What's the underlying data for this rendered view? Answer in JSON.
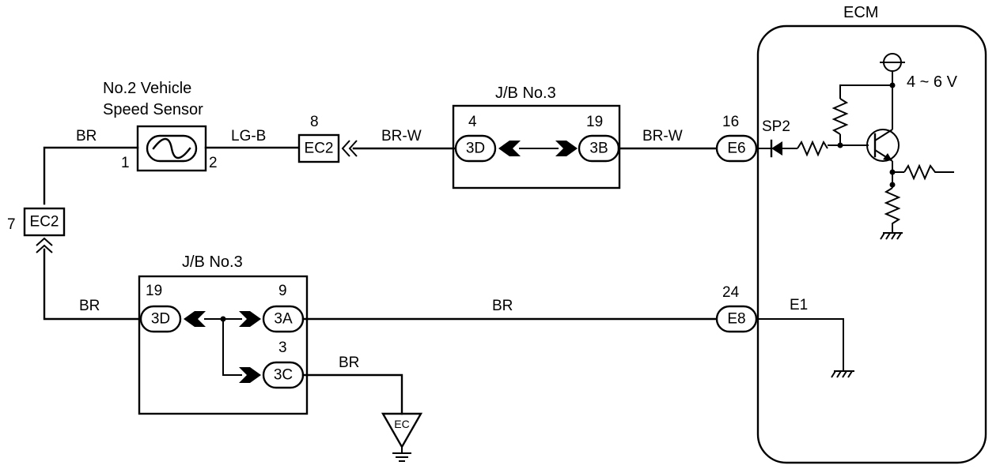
{
  "ecm": {
    "title": "ECM",
    "voltage": "4 ~ 6 V",
    "sp2": "SP2",
    "e1": "E1"
  },
  "sensor": {
    "line1": "No.2 Vehicle",
    "line2": "Speed Sensor",
    "pin1": "1",
    "pin2": "2"
  },
  "wires": {
    "br_top": "BR",
    "lgb": "LG-B",
    "brw_left": "BR-W",
    "brw_right": "BR-W",
    "br_left": "BR",
    "br_mid": "BR",
    "br_ground": "BR"
  },
  "ec2_top": {
    "num": "8",
    "label": "EC2"
  },
  "ec2_left": {
    "num": "7",
    "label": "EC2"
  },
  "jb_top": {
    "title": "J/B No.3",
    "left_num": "4",
    "left_label": "3D",
    "right_num": "19",
    "right_label": "3B"
  },
  "jb_bottom": {
    "title": "J/B No.3",
    "left_num": "19",
    "left_label": "3D",
    "mid_num": "9",
    "mid_label": "3A",
    "low_num": "3",
    "low_label": "3C"
  },
  "ecm_pins": {
    "e6_num": "16",
    "e6_label": "E6",
    "e8_num": "24",
    "e8_label": "E8"
  },
  "ground": {
    "label": "EC"
  }
}
